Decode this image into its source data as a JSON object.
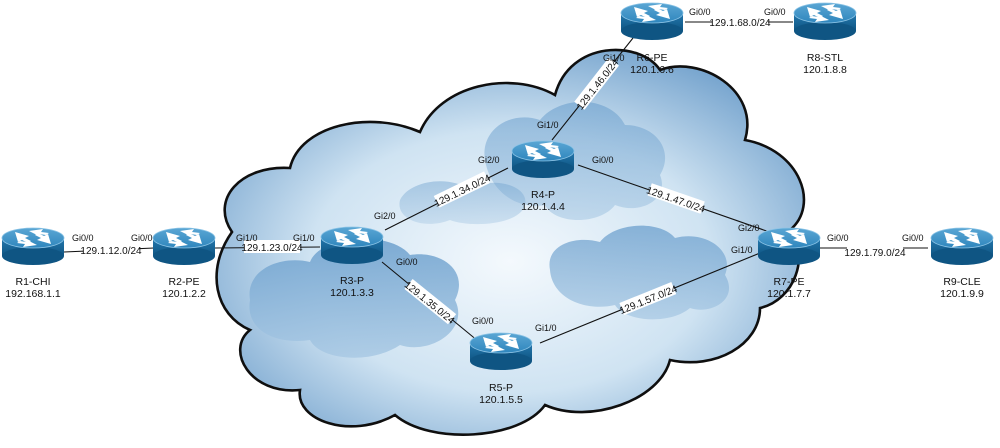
{
  "colors": {
    "router_top": "#3d8fc2",
    "router_side": "#1b6a9e",
    "router_rim": "#6fb3da",
    "cloud_light": "#e8f3fb",
    "cloud_dark": "#5b95c6"
  },
  "routers": [
    {
      "id": "r1",
      "name": "R1-CHI",
      "ip": "192.168.1.1"
    },
    {
      "id": "r2",
      "name": "R2-PE",
      "ip": "120.1.2.2"
    },
    {
      "id": "r3",
      "name": "R3-P",
      "ip": "120.1.3.3"
    },
    {
      "id": "r4",
      "name": "R4-P",
      "ip": "120.1.4.4"
    },
    {
      "id": "r5",
      "name": "R5-P",
      "ip": "120.1.5.5"
    },
    {
      "id": "r6",
      "name": "R6-PE",
      "ip": "120.1.6.6"
    },
    {
      "id": "r7",
      "name": "R7-PE",
      "ip": "120.1.7.7"
    },
    {
      "id": "r8",
      "name": "R8-STL",
      "ip": "120.1.8.8"
    },
    {
      "id": "r9",
      "name": "R9-CLE",
      "ip": "120.1.9.9"
    }
  ],
  "links": [
    {
      "id": "r1-r2",
      "subnet": "129.1.12.0/24",
      "if_a": "Gi0/0",
      "if_b": "Gi0/0"
    },
    {
      "id": "r2-r3",
      "subnet": "129.1.23.0/24",
      "if_a": "Gi1/0",
      "if_b": "Gi1/0"
    },
    {
      "id": "r3-r4",
      "subnet": "129.1.34.0/24",
      "if_a": "Gi2/0",
      "if_b": "Gi2/0"
    },
    {
      "id": "r3-r5",
      "subnet": "129.1.35.0/24",
      "if_a": "Gi0/0",
      "if_b": "Gi0/0"
    },
    {
      "id": "r4-r6",
      "subnet": "129.1.46.0/24",
      "if_a": "Gi1/0",
      "if_b": "Gi1/0"
    },
    {
      "id": "r4-r7",
      "subnet": "129.1.47.0/24",
      "if_a": "Gi0/0",
      "if_b": "Gi2/0"
    },
    {
      "id": "r5-r7",
      "subnet": "129.1.57.0/24",
      "if_a": "Gi1/0",
      "if_b": "Gi1/0"
    },
    {
      "id": "r6-r8",
      "subnet": "129.1.68.0/24",
      "if_a": "Gi0/0",
      "if_b": "Gi0/0"
    },
    {
      "id": "r7-r9",
      "subnet": "129.1.79.0/24",
      "if_a": "Gi0/0",
      "if_b": "Gi0/0"
    }
  ]
}
